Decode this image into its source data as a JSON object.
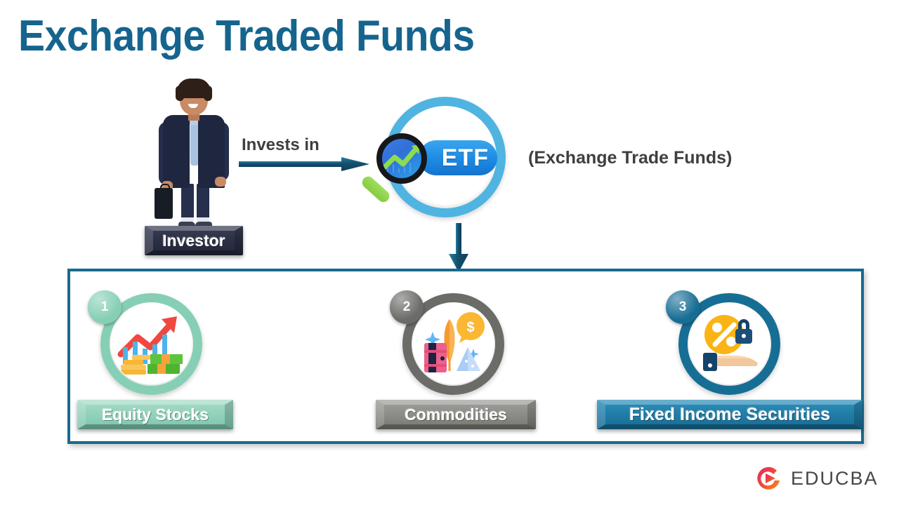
{
  "page": {
    "title": "Exchange Traded Funds",
    "title_color": "#15648e",
    "background": "#ffffff"
  },
  "flow": {
    "source": {
      "label": "Investor",
      "icon": "businessman-illustration",
      "plate_color": "#2b2f43"
    },
    "connector_label": "Invests in",
    "connector_icon": "right-arrow",
    "connector_color": "#1b5f7e",
    "target": {
      "label": "ETF",
      "caption": "(Exchange Trade Funds)",
      "icon": "magnifying-glass-chart-icon",
      "ring_color": "#4fb4e0",
      "pill_color": "#1d8ae4"
    },
    "down_connector_icon": "down-arrow"
  },
  "categories_box": {
    "border_color": "#1a6a8f",
    "items": [
      {
        "number": "1",
        "label": "Equity Stocks",
        "icon": "growth-chart-money-icon",
        "ring_color": "#86cfb5",
        "plate_color": "#8fd0ba"
      },
      {
        "number": "2",
        "label": "Commodities",
        "icon": "oil-barrel-wheat-sugar-icon",
        "ring_color": "#6b6b68",
        "plate_color": "#8a8a87"
      },
      {
        "number": "3",
        "label": "Fixed Income Securities",
        "icon": "percent-lock-hand-icon",
        "ring_color": "#176e95",
        "plate_color": "#1f7ba6"
      }
    ]
  },
  "branding": {
    "name": "EDUCBA",
    "logo_icon": "educba-play-swoosh-logo",
    "logo_color": "#f0433a"
  }
}
